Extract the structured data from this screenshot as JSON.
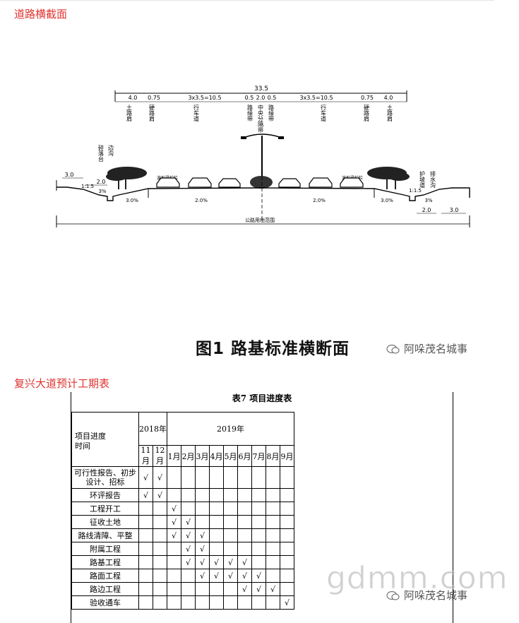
{
  "section1": {
    "title": "道路横截面",
    "diagram": {
      "total_width": "33.5",
      "dims": [
        "4.0",
        "0.75",
        "3x3.5=10.5",
        "0.5",
        "2.0",
        "0.5",
        "3x3.5=10.5",
        "0.75",
        "4.0"
      ],
      "lane_labels": [
        "土路肩",
        "硬路肩",
        "行车道",
        "路缘带",
        "中央分隔带",
        "路缘带",
        "行车道",
        "硬路肩",
        "土路肩"
      ],
      "left_labels": [
        "碎落台",
        "边沟"
      ],
      "right_labels": [
        "护坡道",
        "排水沟"
      ],
      "barrier_left": "波形梁护栏",
      "barrier_right": "波形梁护栏",
      "left_dims": [
        "3.0",
        "2.0"
      ],
      "right_dims": [
        "2.0",
        "3.0"
      ],
      "slope_left": "1:1.5",
      "slope_right": "1:1.5",
      "pct_3": "3%",
      "grades": [
        "3.0%",
        "2.0%",
        "2.0%",
        "3.0%"
      ],
      "bottom_label": "公路用地范围"
    },
    "caption": "图1  路基标准横断面",
    "watermark": "阿哚茂名城事"
  },
  "section2": {
    "title": "复兴大道预计工期表",
    "table_title": "表7 项目进度表",
    "corner_top": "项目进度",
    "corner_bottom": "时间",
    "year1": "2018年",
    "year2": "2019年",
    "months": [
      "11月",
      "12月",
      "1月",
      "2月",
      "3月",
      "4月",
      "5月",
      "6月",
      "7月",
      "8月",
      "9月"
    ],
    "check": "√",
    "rows": [
      {
        "task": "可行性报告、初步设计、招标",
        "marks": [
          1,
          1,
          0,
          0,
          0,
          0,
          0,
          0,
          0,
          0,
          0
        ]
      },
      {
        "task": "环评报告",
        "marks": [
          1,
          1,
          0,
          0,
          0,
          0,
          0,
          0,
          0,
          0,
          0
        ]
      },
      {
        "task": "工程开工",
        "marks": [
          0,
          0,
          1,
          0,
          0,
          0,
          0,
          0,
          0,
          0,
          0
        ]
      },
      {
        "task": "征收土地",
        "marks": [
          0,
          0,
          1,
          1,
          0,
          0,
          0,
          0,
          0,
          0,
          0
        ]
      },
      {
        "task": "路线清障、平整",
        "marks": [
          0,
          0,
          1,
          1,
          1,
          0,
          0,
          0,
          0,
          0,
          0
        ]
      },
      {
        "task": "附属工程",
        "marks": [
          0,
          0,
          0,
          1,
          1,
          0,
          0,
          0,
          0,
          0,
          0
        ]
      },
      {
        "task": "路基工程",
        "marks": [
          0,
          0,
          0,
          1,
          1,
          1,
          1,
          1,
          0,
          0,
          0
        ]
      },
      {
        "task": "路面工程",
        "marks": [
          0,
          0,
          0,
          0,
          1,
          1,
          1,
          1,
          1,
          0,
          0
        ]
      },
      {
        "task": "路边工程",
        "marks": [
          0,
          0,
          0,
          0,
          0,
          0,
          0,
          1,
          1,
          1,
          0
        ]
      },
      {
        "task": "验收通车",
        "marks": [
          0,
          0,
          0,
          0,
          0,
          0,
          0,
          0,
          0,
          0,
          1
        ]
      }
    ],
    "watermark": "阿哚茂名城事",
    "site_watermark": "gdmm.com"
  }
}
